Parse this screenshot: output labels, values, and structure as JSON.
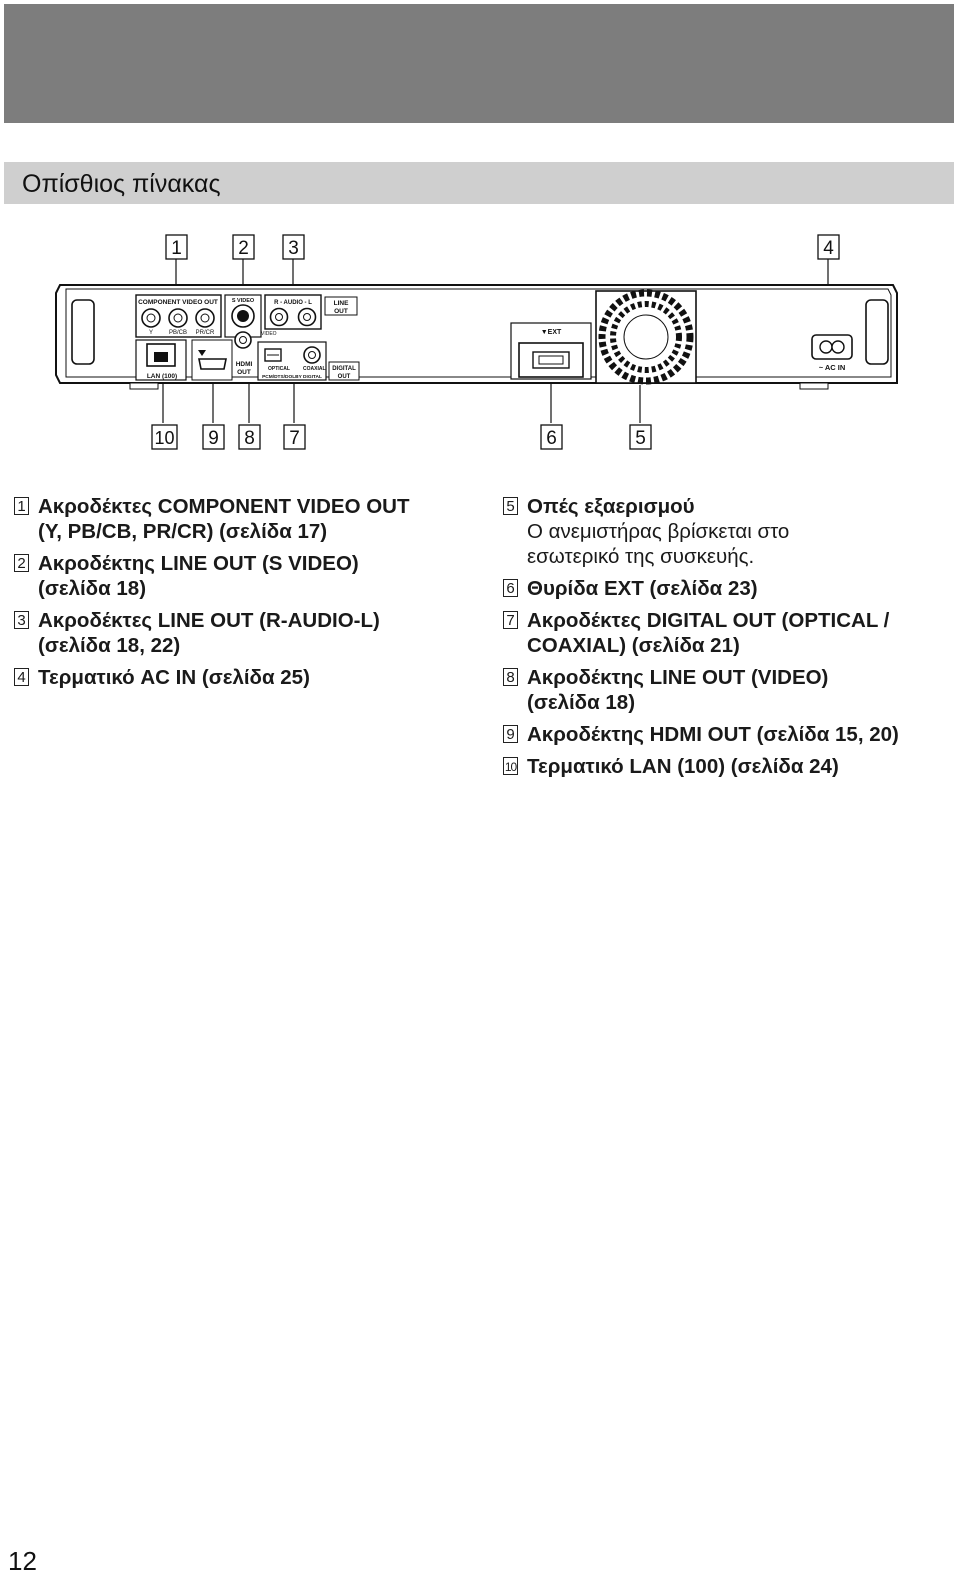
{
  "section": {
    "title": "Οπίσθιος πίνακας"
  },
  "figure": {
    "callouts_top": [
      "1",
      "2",
      "3",
      "4"
    ],
    "callouts_bottom": [
      "10",
      "9",
      "8",
      "7",
      "6",
      "5"
    ],
    "panel_labels": {
      "component_video_out": "COMPONENT VIDEO OUT",
      "y": "Y",
      "pb_cb": "PB/CB",
      "pr_cr": "PR/CR",
      "s_video": "S VIDEO",
      "video": "VIDEO",
      "r_audio_l": "R - AUDIO - L",
      "line_out": [
        "LINE",
        "OUT"
      ],
      "lan": "LAN (100)",
      "hdmi_out": [
        "HDMI",
        "OUT"
      ],
      "optical": "OPTICAL",
      "coaxial": "COAXIAL",
      "pcm_dts_dolby": "PCM/DTS/DOLBY DIGITAL",
      "digital_out": [
        "DIGITAL",
        "OUT"
      ],
      "ext": "▼EXT",
      "ac_in": "~ AC IN"
    }
  },
  "left_items": [
    {
      "num": "1",
      "lines": [
        "Ακροδέκτες COMPONENT VIDEO OUT",
        "(Y, PB/CB, PR/CR) (σελίδα 17)"
      ]
    },
    {
      "num": "2",
      "lines": [
        "Ακροδέκτης LINE OUT (S VIDEO)",
        "(σελίδα 18)"
      ]
    },
    {
      "num": "3",
      "lines": [
        "Ακροδέκτες LINE OUT (R-AUDIO-L)",
        "(σελίδα 18, 22)"
      ]
    },
    {
      "num": "4",
      "lines": [
        "Τερματικό AC IN (σελίδα 25)"
      ]
    }
  ],
  "right_items": [
    {
      "num": "5",
      "lines": [
        "Οπές εξαερισμού"
      ],
      "description": [
        "Ο ανεμιστήρας βρίσκεται στο",
        "εσωτερικό της συσκευής."
      ]
    },
    {
      "num": "6",
      "lines": [
        "Θυρίδα EXT (σελίδα 23)"
      ]
    },
    {
      "num": "7",
      "lines": [
        "Ακροδέκτες DIGITAL OUT (OPTICAL /",
        "COAXIAL) (σελίδα 21)"
      ]
    },
    {
      "num": "8",
      "lines": [
        "Ακροδέκτης LINE OUT (VIDEO)",
        "(σελίδα 18)"
      ]
    },
    {
      "num": "9",
      "lines": [
        "Ακροδέκτης HDMI OUT (σελίδα 15, 20)"
      ]
    },
    {
      "num": "10",
      "lines": [
        "Τερματικό LAN (100) (σελίδα 24)"
      ]
    }
  ],
  "page_number": "12"
}
